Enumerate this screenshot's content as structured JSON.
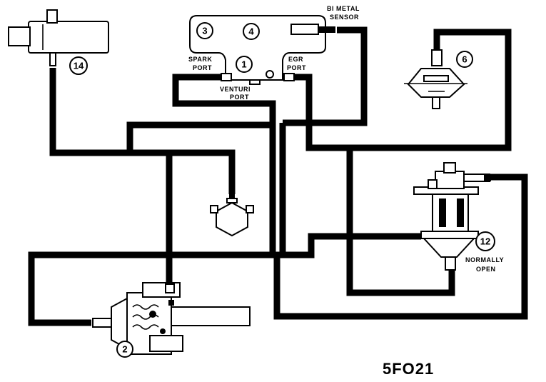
{
  "callouts": {
    "c14": "14",
    "c3": "3",
    "c4": "4",
    "c1": "1",
    "c6": "6",
    "c12": "12",
    "c2": "2"
  },
  "labels": {
    "bimetal_line1": "BI METAL",
    "bimetal_line2": "SENSOR",
    "spark_line1": "SPARK",
    "spark_line2": "PORT",
    "egr_line1": "EGR",
    "egr_line2": "PORT",
    "venturi_line1": "VENTURI",
    "venturi_line2": "PORT",
    "normally_line1": "NORMALLY",
    "normally_line2": "OPEN"
  },
  "figure_id": "5FO21"
}
